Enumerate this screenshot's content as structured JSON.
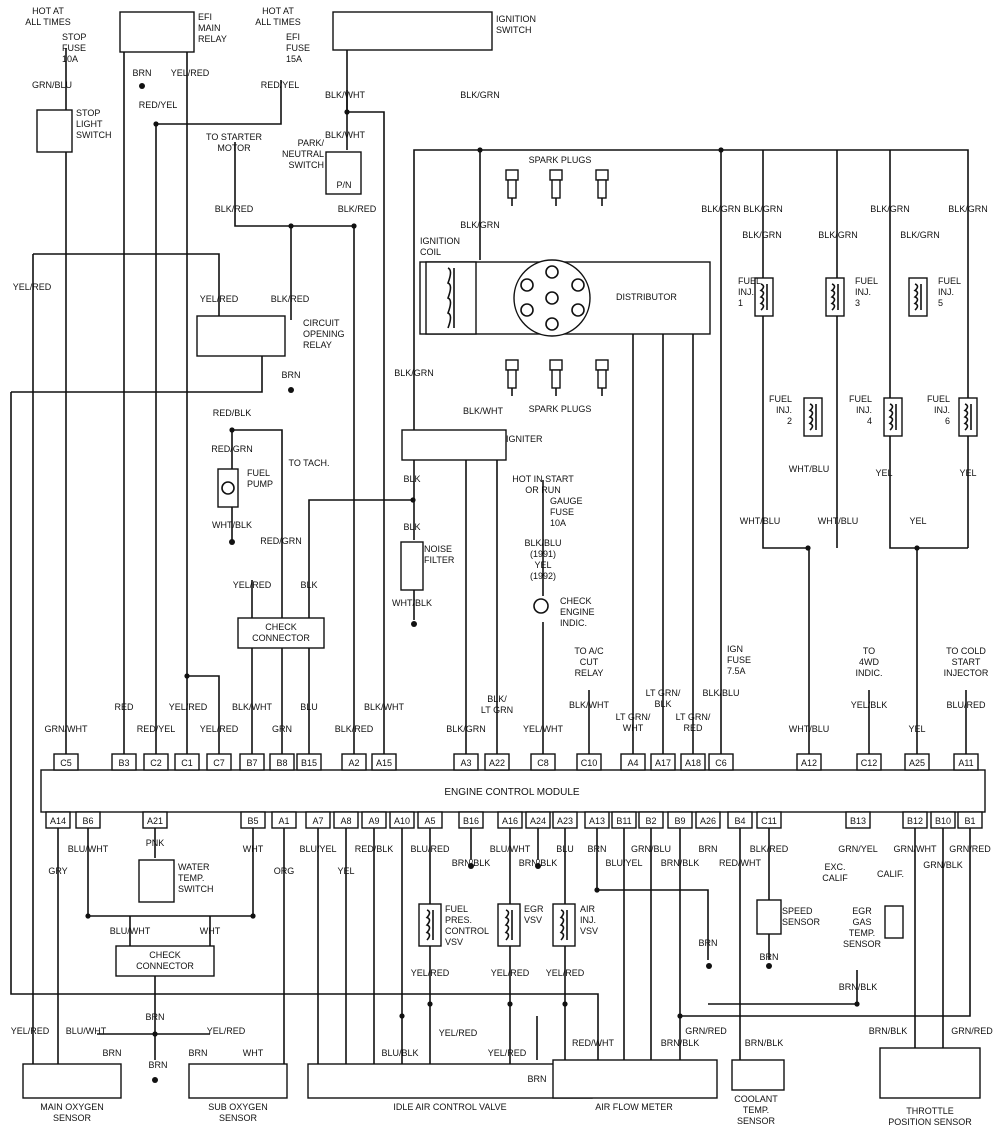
{
  "ecm": {
    "title": "ENGINE CONTROL MODULE"
  },
  "pins_top": [
    "C5",
    "B3",
    "C2",
    "C1",
    "C7",
    "B7",
    "B8",
    "B15",
    "A2",
    "A15",
    "A3",
    "A22",
    "C8",
    "C10",
    "A4",
    "A17",
    "A18",
    "C6",
    "A12",
    "C12",
    "A25",
    "A11"
  ],
  "pins_bottom": [
    "A14",
    "B6",
    "A21",
    "B5",
    "A1",
    "A7",
    "A8",
    "A9",
    "A10",
    "A5",
    "B16",
    "A16",
    "A24",
    "A23",
    "A13",
    "B11",
    "B2",
    "B9",
    "A26",
    "B4",
    "C11",
    "B13",
    "B12",
    "B10",
    "B1"
  ],
  "components": {
    "ignition_switch": [
      "IGNITION",
      "SWITCH"
    ],
    "stop_light_switch": [
      "STOP",
      "LIGHT",
      "SWITCH"
    ],
    "efi_main_relay": [
      "EFI",
      "MAIN",
      "RELAY"
    ],
    "park_neutral_switch": [
      "PARK/",
      "NEUTRAL",
      "SWITCH"
    ],
    "pn": "P/N",
    "circuit_opening_relay": [
      "CIRCUIT",
      "OPENING",
      "RELAY"
    ],
    "fuel_pump": [
      "FUEL",
      "PUMP"
    ],
    "distributor": "DISTRIBUTOR",
    "spark_plugs": "SPARK PLUGS",
    "ignition_coil": [
      "IGNITION",
      "COIL"
    ],
    "igniter": "IGNITER",
    "noise_filter": [
      "NOISE",
      "FILTER"
    ],
    "check_engine": [
      "CHECK",
      "ENGINE",
      "INDIC."
    ],
    "check_connector": [
      "CHECK",
      "CONNECTOR"
    ],
    "fuel_inj_1": [
      "FUEL",
      "INJ.",
      "1"
    ],
    "fuel_inj_2": [
      "FUEL",
      "INJ.",
      "2"
    ],
    "fuel_inj_3": [
      "FUEL",
      "INJ.",
      "3"
    ],
    "fuel_inj_4": [
      "FUEL",
      "INJ.",
      "4"
    ],
    "fuel_inj_5": [
      "FUEL",
      "INJ.",
      "5"
    ],
    "fuel_inj_6": [
      "FUEL",
      "INJ.",
      "6"
    ],
    "water_temp_switch": [
      "WATER",
      "TEMP.",
      "SWITCH"
    ],
    "fuel_pres_vsv": [
      "FUEL",
      "PRES.",
      "CONTROL",
      "VSV"
    ],
    "egr_vsv": [
      "EGR",
      "VSV"
    ],
    "air_inj_vsv": [
      "AIR",
      "INJ.",
      "VSV"
    ],
    "speed_sensor": [
      "SPEED",
      "SENSOR"
    ],
    "egr_gas_temp": [
      "EGR",
      "GAS",
      "TEMP.",
      "SENSOR"
    ],
    "exc_calif": [
      "EXC.",
      "CALIF"
    ],
    "calif": "CALIF.",
    "main_oxygen": [
      "MAIN OXYGEN",
      "SENSOR"
    ],
    "sub_oxygen": [
      "SUB OXYGEN",
      "SENSOR"
    ],
    "iac_valve": "IDLE AIR CONTROL VALVE",
    "air_flow_meter": "AIR FLOW METER",
    "coolant_temp": [
      "COOLANT",
      "TEMP.",
      "SENSOR"
    ],
    "throttle_position": [
      "THROTTLE",
      "POSITION SENSOR"
    ]
  },
  "notes": {
    "hot_at_all_times_1": [
      "HOT AT",
      "ALL TIMES"
    ],
    "stop_fuse": [
      "STOP",
      "FUSE",
      "10A"
    ],
    "hot_at_all_times_2": [
      "HOT AT",
      "ALL TIMES"
    ],
    "efi_fuse": [
      "EFI",
      "FUSE",
      "15A"
    ],
    "to_starter": [
      "TO STARTER",
      "MOTOR"
    ],
    "to_tach": "TO TACH.",
    "hot_in_start": [
      "HOT IN START",
      "OR RUN"
    ],
    "gauge_fuse": [
      "GAUGE",
      "FUSE",
      "10A"
    ],
    "check_wire_color": [
      "BLK/BLU",
      "(1991)",
      "YEL",
      "(1992)"
    ],
    "to_ac": [
      "TO A/C",
      "CUT",
      "RELAY"
    ],
    "ign_fuse": [
      "IGN",
      "FUSE",
      "7.5A"
    ],
    "to_4wd": [
      "TO",
      "4WD",
      "INDIC."
    ],
    "to_cold_start": [
      "TO COLD",
      "START",
      "INJECTOR"
    ]
  },
  "wires": {
    "grn_blu": "GRN/BLU",
    "brn": "BRN",
    "yel_red": "YEL/RED",
    "red_yel": "RED/YEL",
    "blk_wht": "BLK/WHT",
    "blk_grn": "BLK/GRN",
    "blk_red": "BLK/RED",
    "red_blk": "RED/BLK",
    "red_grn": "RED/GRN",
    "wht_blk": "WHT/BLK",
    "blk": "BLK",
    "wht_blu": "WHT/BLU",
    "yel": "YEL",
    "grn_wht": "GRN/WHT",
    "red": "RED",
    "grn": "GRN",
    "blu": "BLU",
    "blk_ltgrn": [
      "BLK/",
      "LT GRN"
    ],
    "yel_wht": "YEL/WHT",
    "ltgrn_wht": [
      "LT GRN/",
      "WHT"
    ],
    "ltgrn_blk": [
      "LT GRN/",
      "BLK"
    ],
    "ltgrn_red": [
      "LT GRN/",
      "RED"
    ],
    "blk_blu": "BLK/BLU",
    "yel_blk": "YEL/BLK",
    "blu_red": "BLU/RED",
    "gry": "GRY",
    "blu_wht": "BLU/WHT",
    "pnk": "PNK",
    "wht": "WHT",
    "org": "ORG",
    "blu_yel": "BLU/YEL",
    "red_blk2": "RED/BLK",
    "brn_blk": "BRN/BLK",
    "red_wht": "RED/WHT",
    "blk_red2": "BLK/RED",
    "grn_yel": "GRN/YEL",
    "grn_red": "GRN/RED",
    "grn_blk": "GRN/BLK",
    "blu_blk": "BLU/BLK"
  }
}
